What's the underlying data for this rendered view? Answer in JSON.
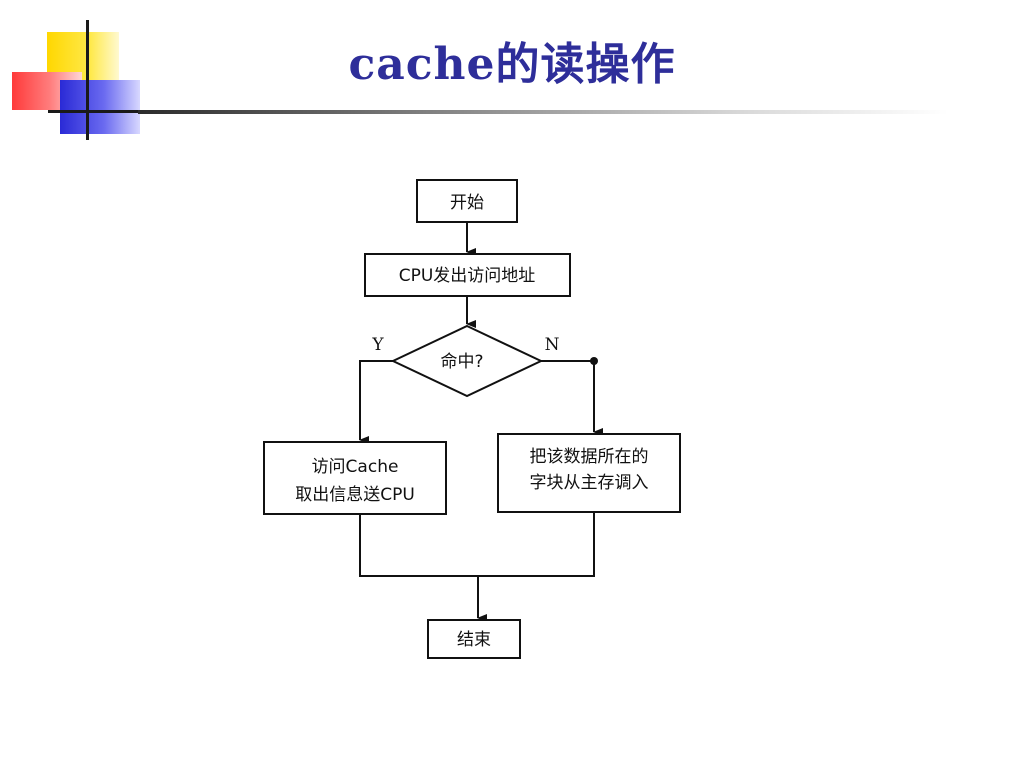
{
  "slide": {
    "title": "cache的读操作"
  },
  "flowchart": {
    "start": "开始",
    "cpu_address": "CPU发出访问地址",
    "decision": "命中?",
    "yes_label": "Y",
    "no_label": "N",
    "hit_line1": "访问Cache",
    "hit_line2": "取出信息送CPU",
    "miss_line1": "把该数据所在的",
    "miss_line2": "字块从主存调入",
    "end": "结束"
  }
}
